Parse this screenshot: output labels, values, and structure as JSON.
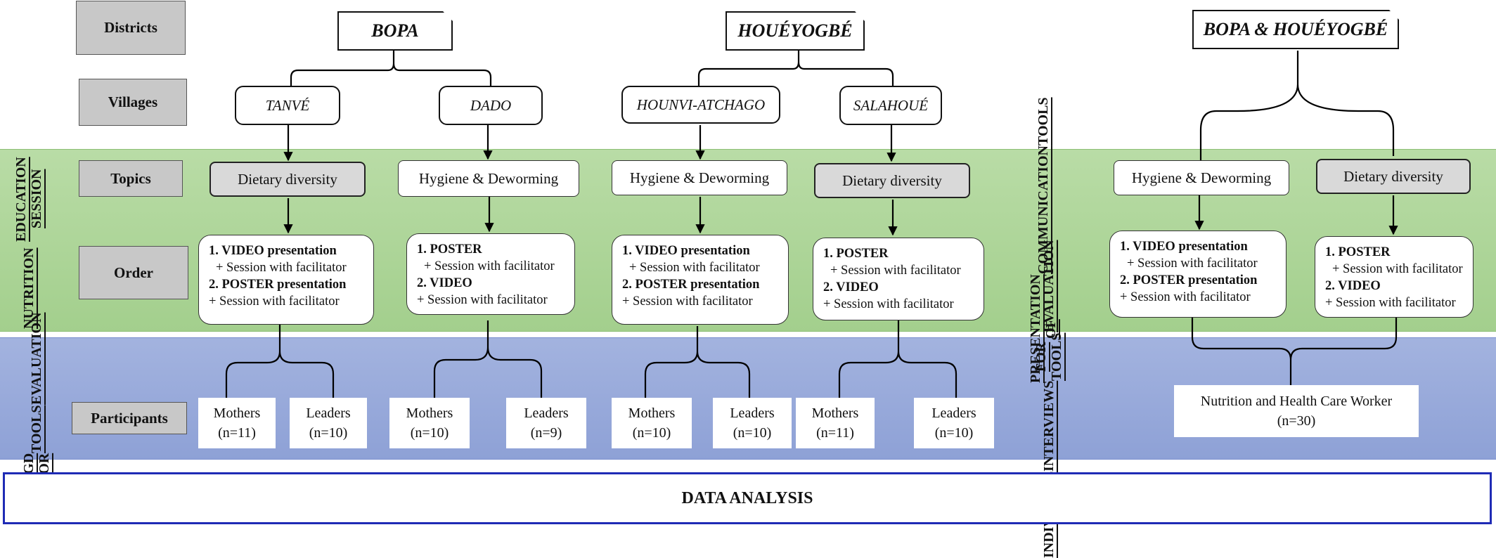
{
  "row_labels": {
    "districts": "Districts",
    "villages": "Villages",
    "topics": "Topics",
    "order": "Order",
    "participants": "Participants"
  },
  "section_labels": {
    "nutrition_line1": "NUTRITION",
    "nutrition_line2": "EDUCATION SESSION",
    "fgd_line1": "FGD FOR",
    "fgd_line2": "TOOLS",
    "fgd_line3": "EVALUATION",
    "presentation_line1": "PRESENTATION OF",
    "presentation_line2": "COMMUNICATION",
    "presentation_line3": "TOOLS",
    "interviews_line1": "INDIVIDUAL",
    "interviews_line2": "INTERVIEWS",
    "interviews_line3": "FOR TOOLS",
    "interviews_line4": "EVALUATION"
  },
  "districts": [
    "BOPA",
    "HOUÉYOGBÉ",
    "BOPA & HOUÉYOGBÉ"
  ],
  "villages": [
    "TANVÉ",
    "DADO",
    "HOUNVI-ATCHAGO",
    "SALAHOUÉ"
  ],
  "topics": [
    "Dietary diversity",
    "Hygiene & Deworming",
    "Hygiene & Deworming",
    "Dietary diversity",
    "Hygiene & Deworming",
    "Dietary diversity"
  ],
  "orders": [
    [
      "1. VIDEO presentation",
      "+ Session with facilitator",
      "2. POSTER presentation",
      "+ Session with facilitator"
    ],
    [
      "1. POSTER",
      "+ Session with facilitator",
      "2. VIDEO",
      "+ Session with facilitator"
    ],
    [
      "1. VIDEO presentation",
      "+ Session with facilitator",
      "2. POSTER presentation",
      "+ Session with facilitator"
    ],
    [
      "1. POSTER",
      "+ Session with facilitator",
      "2. VIDEO",
      "+ Session with facilitator"
    ],
    [
      "1. VIDEO presentation",
      "+ Session with facilitator",
      "2. POSTER presentation",
      "+ Session with facilitator"
    ],
    [
      "1. POSTER",
      "+ Session with facilitator",
      "2. VIDEO",
      "+ Session with facilitator"
    ]
  ],
  "participants": [
    {
      "group": "Mothers",
      "n": "(n=11)"
    },
    {
      "group": "Leaders",
      "n": "(n=10)"
    },
    {
      "group": "Mothers",
      "n": "(n=10)"
    },
    {
      "group": "Leaders",
      "n": "(n=9)"
    },
    {
      "group": "Mothers",
      "n": "(n=10)"
    },
    {
      "group": "Leaders",
      "n": "(n=10)"
    },
    {
      "group": "Mothers",
      "n": "(n=11)"
    },
    {
      "group": "Leaders",
      "n": "(n=10)"
    }
  ],
  "health_worker": {
    "group": "Nutrition and Health Care Worker",
    "n": "(n=30)"
  },
  "final_step": "DATA ANALYSIS"
}
